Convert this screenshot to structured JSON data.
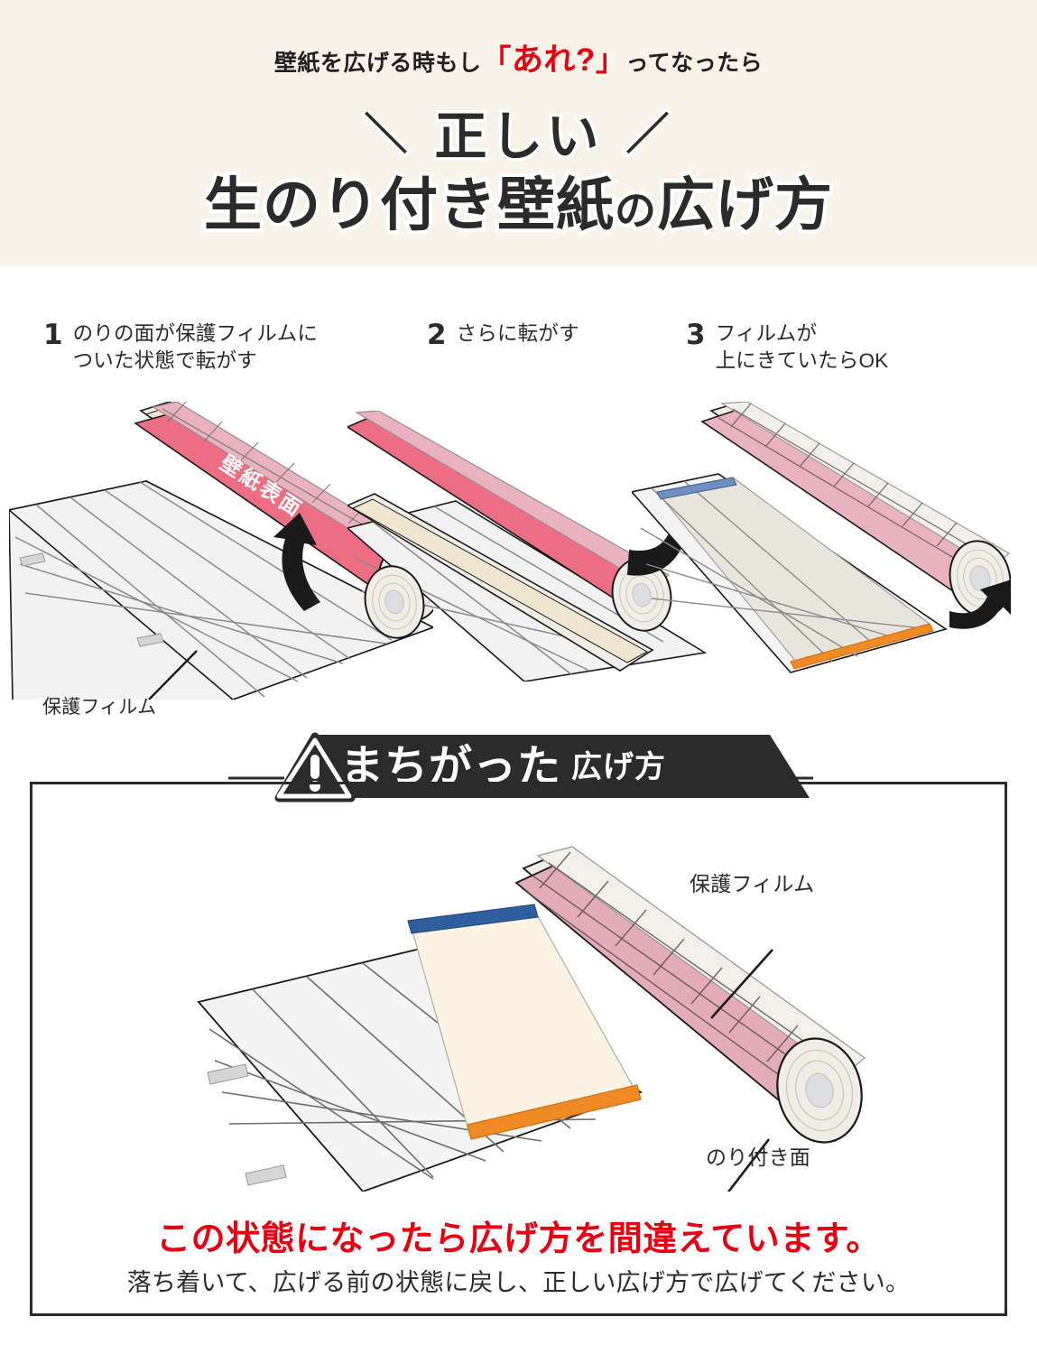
{
  "header": {
    "kicker_pre": "壁紙を広げる時もし",
    "kicker_quote_open": "「",
    "kicker_highlight": "あれ?",
    "kicker_quote_close": "」",
    "kicker_post": "ってなったら",
    "title_line1": "正しい",
    "title_slash_left": "＼",
    "title_slash_right": "／",
    "title_line2_a": "生のり付き壁紙",
    "title_line2_no": "の",
    "title_line2_b": "広げ方",
    "band_color": "#F7F3E8",
    "highlight_color": "#E60012"
  },
  "steps": [
    {
      "num": "1",
      "text": "のりの面が保護フィルムに\nついた状態で転がす"
    },
    {
      "num": "2",
      "text": "さらに転がす"
    },
    {
      "num": "3",
      "text": "フィルムが\n上にきていたらOK"
    }
  ],
  "diagram_labels": {
    "film_step1": "保護フィルム",
    "roll_face": "壁紙表面",
    "film_bottom": "保護フィルム",
    "glue_side": "のり付き面"
  },
  "banner": {
    "main": "まちがった",
    "sub": "広げ方",
    "icon": "warning-triangle-icon",
    "bg_color": "#2b2b2b"
  },
  "warning": {
    "line_red": "この状態になったら広げ方を間違えています。",
    "line_black": "落ち着いて、広げる前の状態に戻し、正しい広げ方で広げてください。",
    "red_color": "#E60012"
  },
  "palette": {
    "roll_pink": "#ED6E82",
    "roll_pink_light": "#E8B3BE",
    "roll_core": "#EFEDE6",
    "roll_edge_cream": "#F0E6CF",
    "film_grey": "#EFEFEF",
    "grid_line": "#6e6e6e",
    "glue_cream": "#FDF3E3",
    "edge_blue": "#2F5F9E",
    "edge_orange": "#F08A24",
    "outline": "#1a1a1a"
  }
}
